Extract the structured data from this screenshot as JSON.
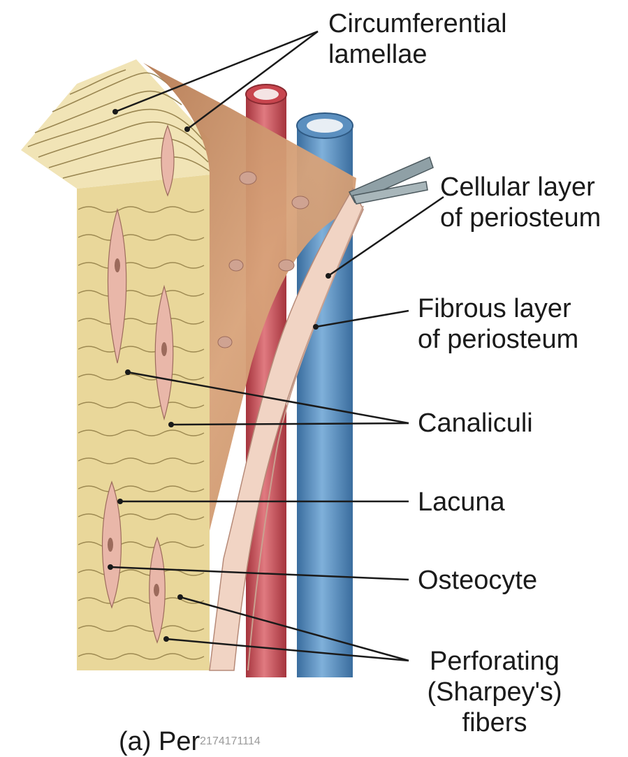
{
  "labels": {
    "circumferential_lamellae": {
      "line1": "Circumferential",
      "line2": "lamellae"
    },
    "cellular_layer": {
      "line1": "Cellular layer",
      "line2": "of periosteum"
    },
    "fibrous_layer": {
      "line1": "Fibrous layer",
      "line2": "of periosteum"
    },
    "canaliculi": "Canaliculi",
    "lacuna": "Lacuna",
    "osteocyte": "Osteocyte",
    "perforating_fibers": {
      "line1": "Perforating",
      "line2": "(Sharpey's)",
      "line3": "fibers"
    }
  },
  "caption": "(a) Per",
  "watermark": "2174171114",
  "colors": {
    "compact_bone": "#e9d79a",
    "lamellae_lines": "#8b7640",
    "periosteum_fibrous": "#c98e63",
    "periosteum_cellular": "#f1d4c4",
    "artery": "#c8454e",
    "vein": "#4f86b9",
    "leader_lines": "#1a1a1a"
  }
}
